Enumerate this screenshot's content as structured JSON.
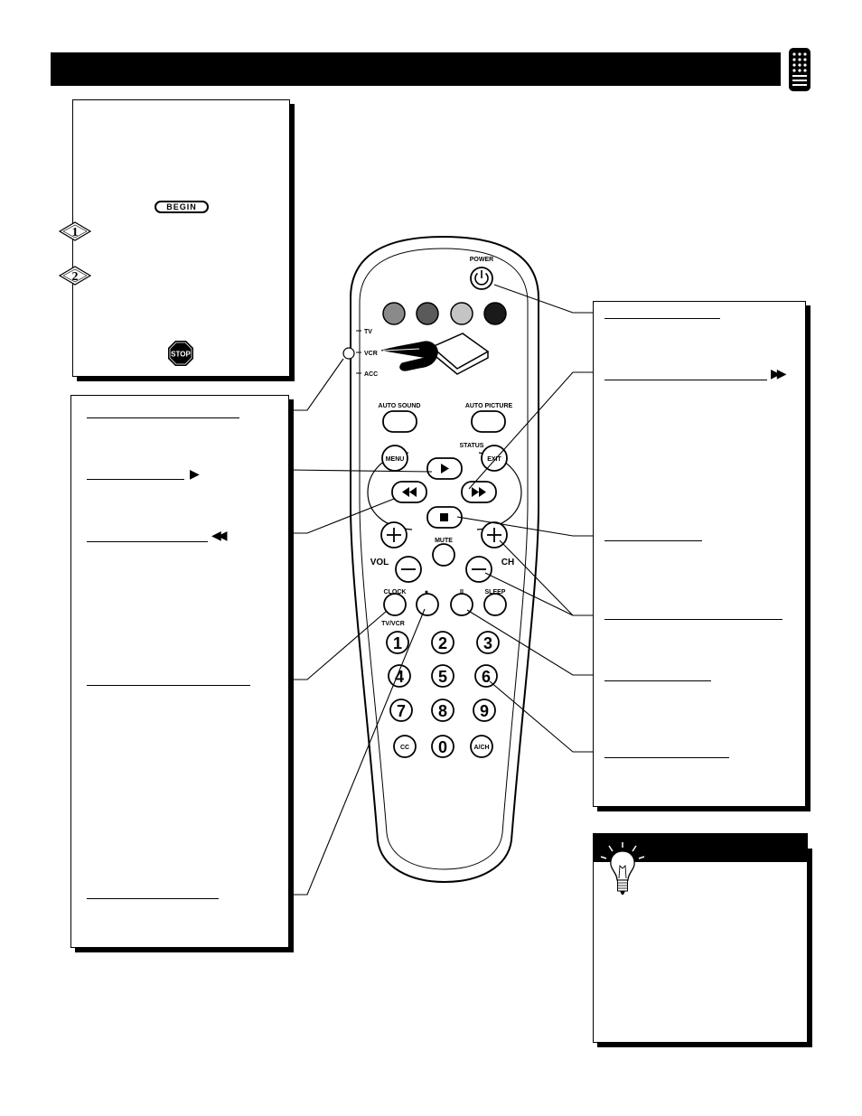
{
  "badges": {
    "begin": "BEGIN",
    "stop": "STOP",
    "step_1": "1",
    "step_2": "2"
  },
  "remote": {
    "power": "POWER",
    "mode_tv": "TV",
    "mode_vcr": "VCR",
    "mode_acc": "ACC",
    "auto_sound": "AUTO SOUND",
    "auto_picture": "AUTO PICTURE",
    "menu": "MENU",
    "status": "STATUS",
    "exit": "EXIT",
    "mute": "MUTE",
    "vol": "VOL",
    "ch": "CH",
    "clock": "CLOCK",
    "tv_vcr": "TV/VCR",
    "record_dot": "●",
    "pause": "II",
    "sleep": "SLEEP",
    "cc": "CC",
    "a_ch": "A/CH",
    "digits": [
      "1",
      "2",
      "3",
      "4",
      "5",
      "6",
      "7",
      "8",
      "9",
      "0"
    ]
  },
  "colors": {
    "swatch_1": "#8a8a8a",
    "swatch_2": "#5a5a5a",
    "swatch_3": "#c4c4c4",
    "swatch_4": "#1a1a1a"
  },
  "icons": {
    "play": "▶",
    "rewind": "◀◀",
    "fast_forward": "▶▶"
  }
}
